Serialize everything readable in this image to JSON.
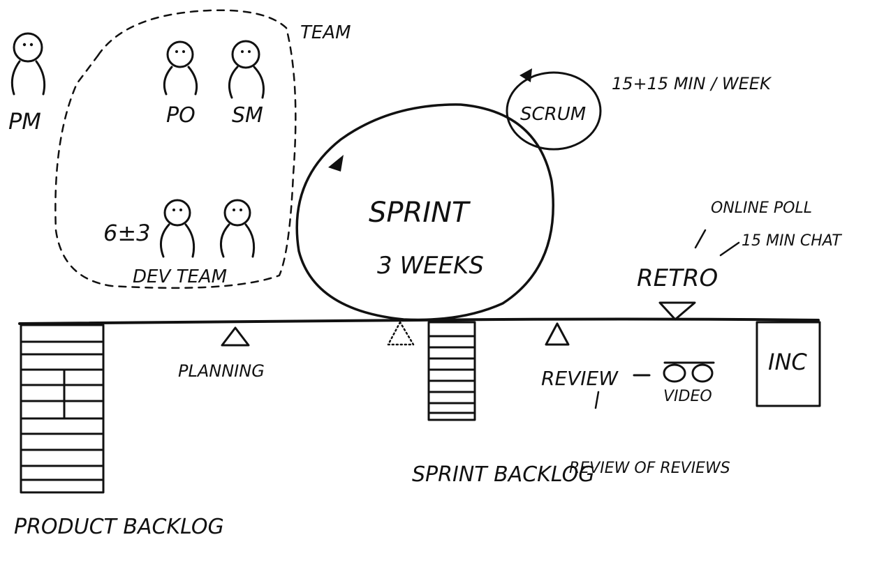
{
  "team": {
    "title": "TEAM",
    "members": {
      "pm": "PM",
      "po": "PO",
      "sm": "SM"
    },
    "dev_team": {
      "size": "6±3",
      "label": "DEV TEAM"
    }
  },
  "sprint": {
    "title": "SPRINT",
    "duration": "3 WEEKS"
  },
  "scrum": {
    "label": "SCRUM",
    "frequency": "15+15 MIN / WEEK"
  },
  "events": {
    "planning": "PLANNING",
    "review": "REVIEW",
    "review_note": "REVIEW OF REVIEWS",
    "video": "VIDEO",
    "retro": "RETRO",
    "retro_notes": [
      "ONLINE POLL",
      "15 MIN CHAT"
    ]
  },
  "artifacts": {
    "product_backlog": "PRODUCT BACKLOG",
    "sprint_backlog": "SPRINT BACKLOG",
    "increment": "INC"
  },
  "colors": {
    "ink": "#111111",
    "background": "#ffffff"
  }
}
